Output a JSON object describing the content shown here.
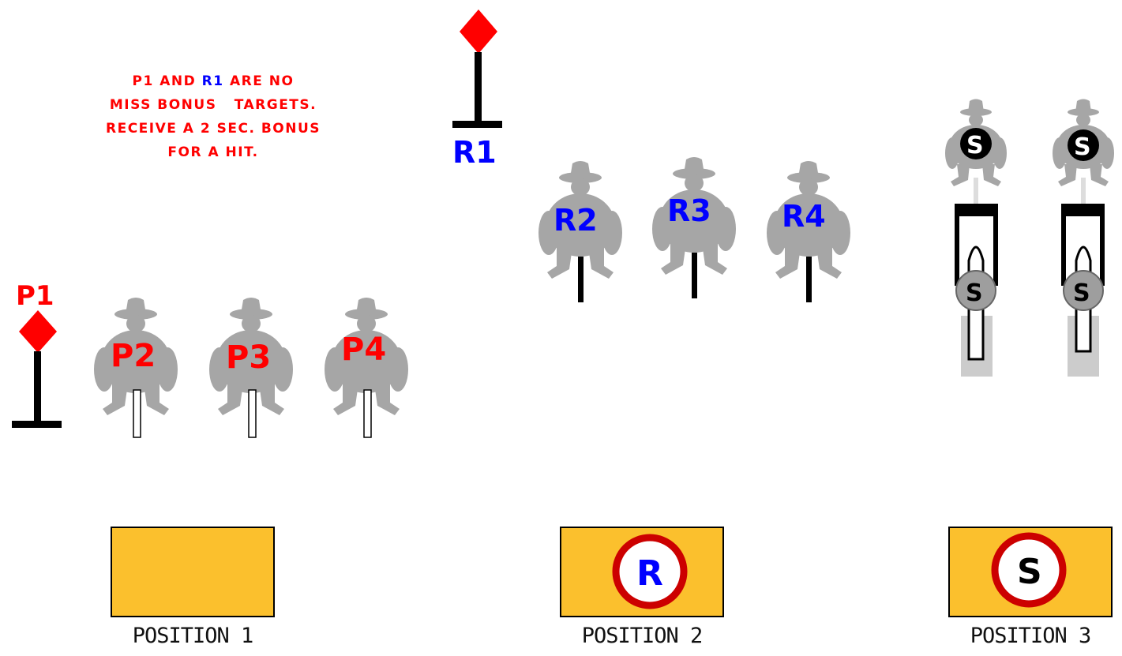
{
  "note": {
    "p1": "P1",
    "and": "AND",
    "r1": "R1",
    "line1_end": "ARE NO",
    "line2": "MISS BONUS   TARGETS.",
    "line3": "RECEIVE A 2 SEC. BONUS",
    "line4": "FOR A HIT."
  },
  "targets": {
    "p1": "P1",
    "r1": "R1",
    "p_group": [
      "P2",
      "P3",
      "P4"
    ],
    "r_group": [
      "R2",
      "R3",
      "R4"
    ],
    "s_label": "S"
  },
  "positions": [
    {
      "caption": "POSITION 1",
      "badge": ""
    },
    {
      "caption": "POSITION 2",
      "badge": "R"
    },
    {
      "caption": "POSITION 3",
      "badge": "S"
    }
  ],
  "colors": {
    "red": "#ff0000",
    "blue": "#0000ff",
    "silhouette": "#a6a6a6",
    "mat": "#fbc02d",
    "ring": "#cc0000"
  }
}
